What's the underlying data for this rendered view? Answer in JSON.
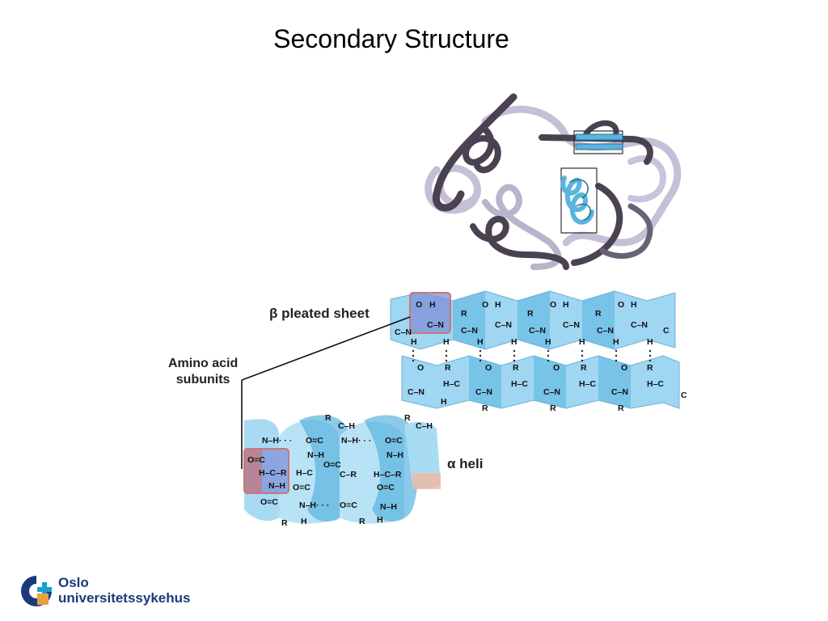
{
  "slide": {
    "title": "Secondary Structure"
  },
  "labels": {
    "beta_sheet": "β pleated sheet",
    "amino_line1": "Amino acid",
    "amino_line2": "subunits",
    "alpha_helix": "α heli"
  },
  "chem_text": {
    "O": "O",
    "H": "H",
    "C": "C",
    "N": "N",
    "R": "R",
    "CN": "C–N",
    "NH": "N–H",
    "OC": "O=C",
    "CH": "C–H",
    "HCR": "H–C–R",
    "CR": "C–R",
    "HC": "H–C",
    "NHdots": "N–H· · ·",
    "OCdots": "O=C",
    "dots": "· · ·"
  },
  "logo": {
    "line1": "Oslo",
    "line2": "universitetssykehus"
  },
  "colors": {
    "ribbon_dark": "#4a4250",
    "ribbon_light": "#c4c0d8",
    "highlight_blue": "#5ab4e0",
    "sheet_blue": "#9fd6f2",
    "box_red": "#c97878",
    "box_blue": "#7d8fd6",
    "logo_blue": "#1a3a7a",
    "logo_cyan": "#1aa0d0"
  }
}
